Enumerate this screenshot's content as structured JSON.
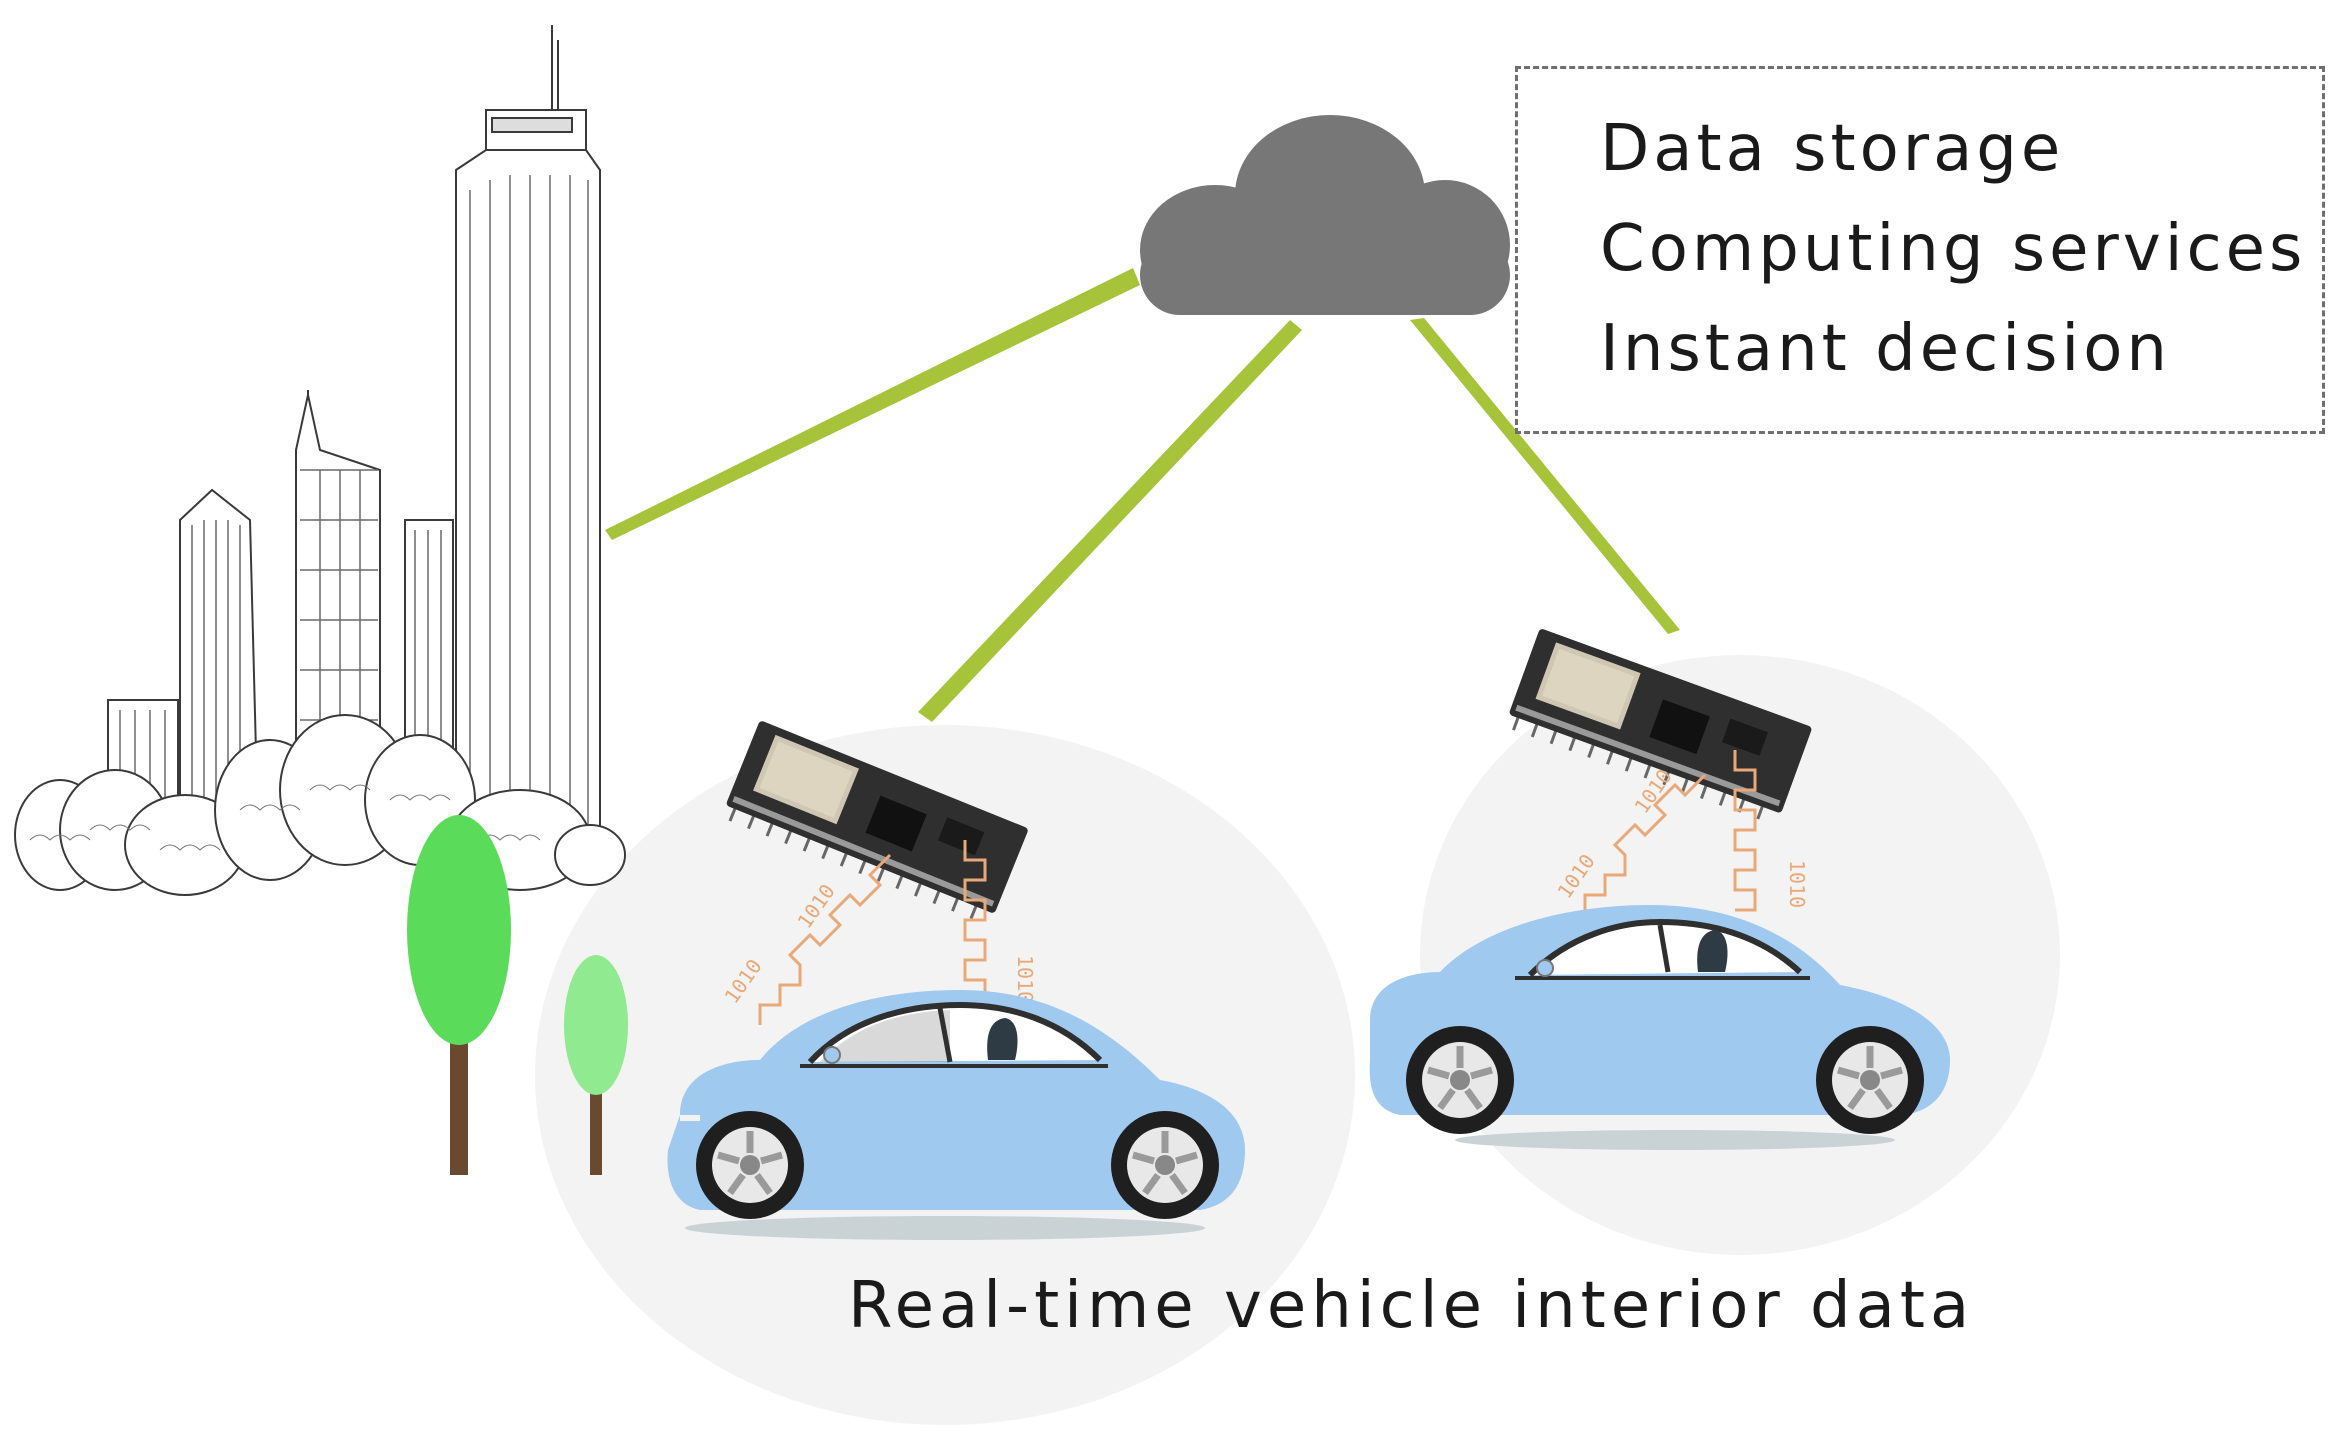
{
  "services": {
    "items": [
      "Data storage",
      "Computing services",
      "Instant decision"
    ]
  },
  "caption": "Real-time vehicle interior data",
  "icons": {
    "cloud": "cloud-icon",
    "city": "city-skyline",
    "module": "iot-module-icon",
    "car": "car-icon",
    "tree": "tree-icon",
    "signal": "signal-wave-icon"
  },
  "colors": {
    "cloud": "#777777",
    "link": "#a6c33a",
    "car_body": "#9fc9ee",
    "signal": "#e8a878",
    "tree_dark": "#5adc5a",
    "tree_light": "#90ea90",
    "trunk": "#6a4a2e",
    "bubble": "#f2f2f2"
  },
  "bits_text": "1010"
}
